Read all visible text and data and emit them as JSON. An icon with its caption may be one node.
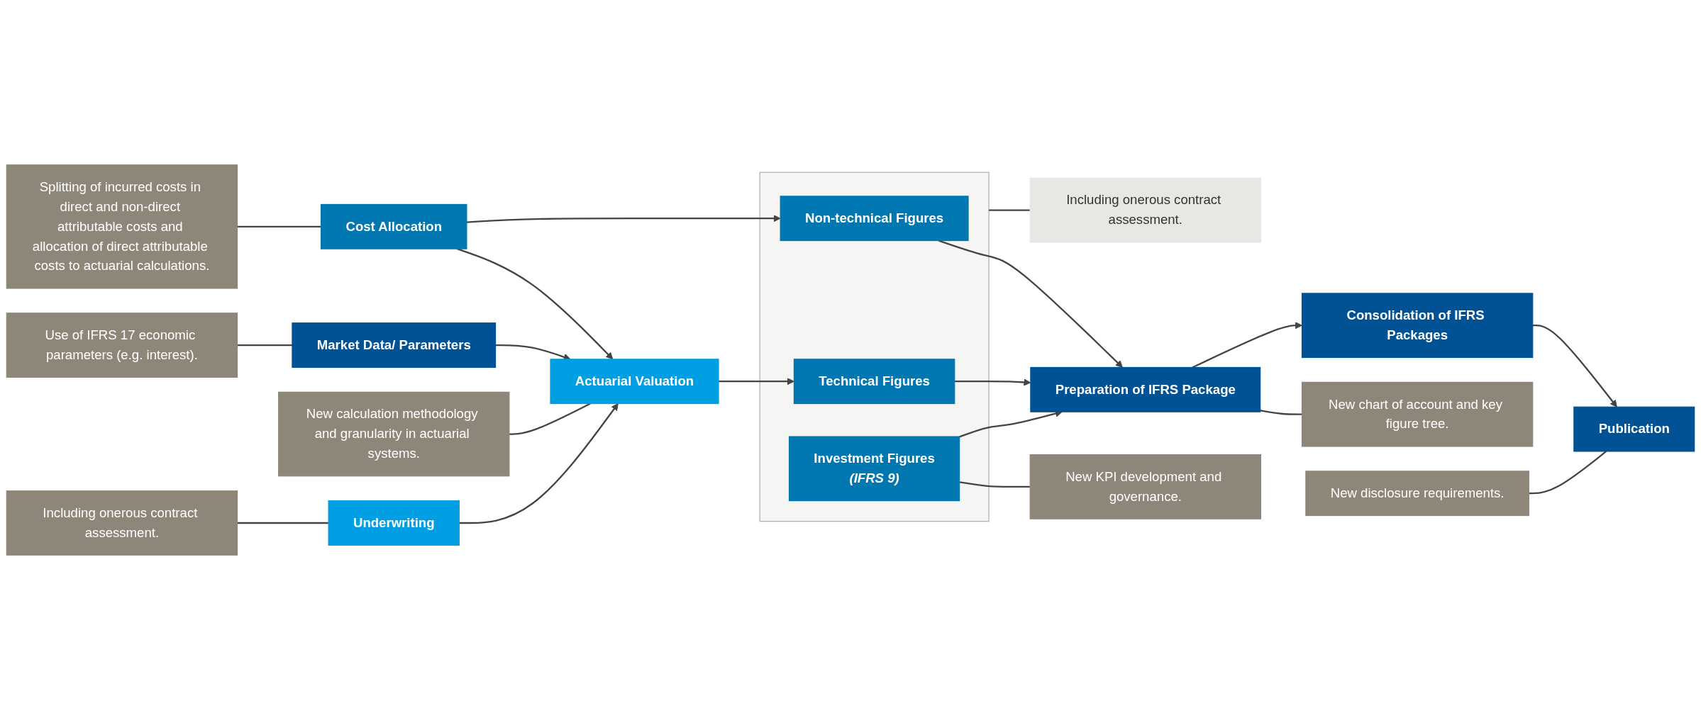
{
  "diagram": {
    "nodes": [
      {
        "text": [
          "Splitting of incurred costs in direct and non-direct attributable costs and allocation of direct attributable costs to actuarial calculations."
        ]
      },
      {
        "text": [
          "Cost Allocation"
        ]
      },
      {
        "text": [
          "Including onerous contract assessment."
        ]
      },
      {
        "text": [
          "Underwriting"
        ]
      },
      {
        "text": [
          "Actuarial Valuation"
        ]
      },
      {
        "text": [
          "New calculation methodology and granularity in actuarial systems."
        ]
      },
      {
        "text": [
          "Market Data/ Parameters"
        ]
      },
      {
        "text": [
          "Use of IFRS 17 economic parameters (e.g. interest)."
        ]
      },
      {
        "text": [
          "Including onerous contract assessment."
        ]
      },
      {
        "text": [],
        "shape": "box"
      },
      {
        "text": [
          "Non-technical Figures"
        ],
        "in": 9
      },
      {
        "text": [
          "Technical Figures"
        ],
        "in": 9
      },
      {
        "text": [
          "Investment Figures",
          "(IFRS 9)"
        ],
        "in": 9
      },
      {
        "text": [
          "New KPI development and governance."
        ]
      },
      {
        "text": [
          "New chart of account and key figure tree."
        ]
      },
      {
        "text": [
          "Preparation of IFRS Package"
        ]
      },
      {
        "text": [
          "Consolidation of IFRS Packages"
        ]
      },
      {
        "text": [
          "Publication"
        ]
      },
      {
        "text": [
          "New disclosure requirements."
        ]
      }
    ],
    "edges": [
      {
        "from": 0,
        "to": 1,
        "arrow": "none"
      },
      {
        "from": 2,
        "to": 3,
        "arrow": "none"
      },
      {
        "from": 3,
        "to": 4,
        "arrow": "to"
      },
      {
        "from": 6,
        "to": 4,
        "arrow": "to"
      },
      {
        "from": 1,
        "to": 4,
        "arrow": "to"
      },
      {
        "from": 1,
        "to": 10,
        "arrow": "to"
      },
      {
        "from": 5,
        "to": 4,
        "arrow": "none"
      },
      {
        "from": 7,
        "to": 6,
        "arrow": "none"
      },
      {
        "from": 8,
        "to": 9,
        "arrow": "none"
      },
      {
        "from": 4,
        "to": 11,
        "arrow": "to"
      },
      {
        "from": 13,
        "to": 12,
        "arrow": "none"
      },
      {
        "from": 10,
        "to": 15,
        "arrow": "to"
      },
      {
        "from": 11,
        "to": 15,
        "arrow": "to"
      },
      {
        "from": 12,
        "to": 15,
        "arrow": "to"
      },
      {
        "from": 14,
        "to": 15,
        "arrow": "none"
      },
      {
        "from": 15,
        "to": 16,
        "arrow": "to"
      },
      {
        "from": 16,
        "to": 17,
        "arrow": "to"
      },
      {
        "from": 18,
        "to": 17,
        "arrow": "none"
      }
    ]
  }
}
